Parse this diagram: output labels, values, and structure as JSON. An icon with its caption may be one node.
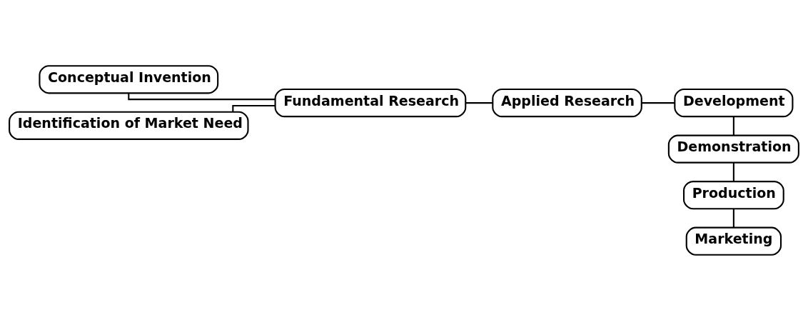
{
  "diagram": {
    "nodes": [
      {
        "text": [
          "Conceptual Invention"
        ]
      },
      {
        "text": [
          "Identification of Market Need"
        ]
      },
      {
        "text": [
          "Fundamental Research"
        ]
      },
      {
        "text": [
          "Applied Research"
        ]
      },
      {
        "text": [
          "Development"
        ]
      },
      {
        "text": [
          "Demonstration"
        ]
      },
      {
        "text": [
          "Production"
        ]
      },
      {
        "text": [
          "Marketing"
        ]
      }
    ],
    "edges": [
      {
        "from": 0,
        "to": 2,
        "arrow": "none"
      },
      {
        "from": 1,
        "to": 2,
        "arrow": "none"
      },
      {
        "from": 2,
        "to": 3,
        "arrow": "none"
      },
      {
        "from": 3,
        "to": 4,
        "arrow": "none"
      },
      {
        "from": 4,
        "to": 5,
        "arrow": "none"
      },
      {
        "from": 5,
        "to": 6,
        "arrow": "none"
      },
      {
        "from": 6,
        "to": 7,
        "arrow": "none"
      }
    ]
  }
}
